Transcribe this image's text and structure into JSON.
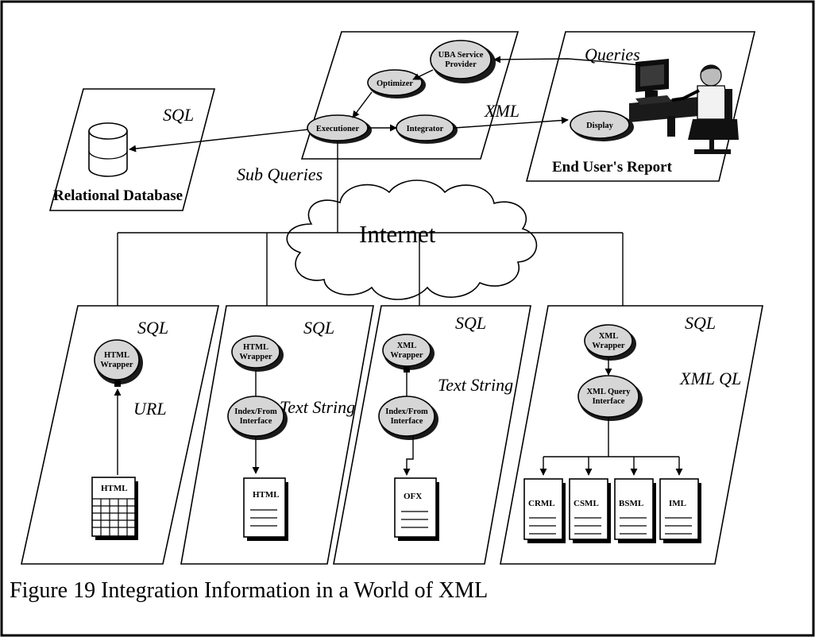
{
  "caption": "Figure 19 Integration Information in a World of XML",
  "cloud_label": "Internet",
  "top": {
    "queries_label": "Queries",
    "xml_label": "XML",
    "sql_label": "SQL",
    "sub_queries_label": "Sub Queries",
    "relational_db_label": "Relational Database",
    "end_user_report_label": "End User's Report",
    "uba_line1": "UBA Service",
    "uba_line2": "Provider",
    "optimizer": "Optimizer",
    "executioner": "Executioner",
    "integrator": "Integrator",
    "display": "Display"
  },
  "panels": {
    "p1": {
      "sql": "SQL",
      "url": "URL",
      "wrapper_line1": "HTML",
      "wrapper_line2": "Wrapper",
      "doc": "HTML"
    },
    "p2": {
      "sql": "SQL",
      "text_string": "Text String",
      "wrapper_line1": "HTML",
      "wrapper_line2": "Wrapper",
      "iface_line1": "Index/From",
      "iface_line2": "Interface",
      "doc": "HTML"
    },
    "p3": {
      "sql": "SQL",
      "text_string": "Text String",
      "wrapper_line1": "XML",
      "wrapper_line2": "Wrapper",
      "iface_line1": "Index/From",
      "iface_line2": "Interface",
      "doc": "OFX"
    },
    "p4": {
      "sql": "SQL",
      "xml_ql": "XML QL",
      "wrapper_line1": "XML",
      "wrapper_line2": "Wrapper",
      "iface_line1": "XML Query",
      "iface_line2": "Interface",
      "docs": [
        "CRML",
        "CSML",
        "BSML",
        "IML"
      ]
    }
  }
}
